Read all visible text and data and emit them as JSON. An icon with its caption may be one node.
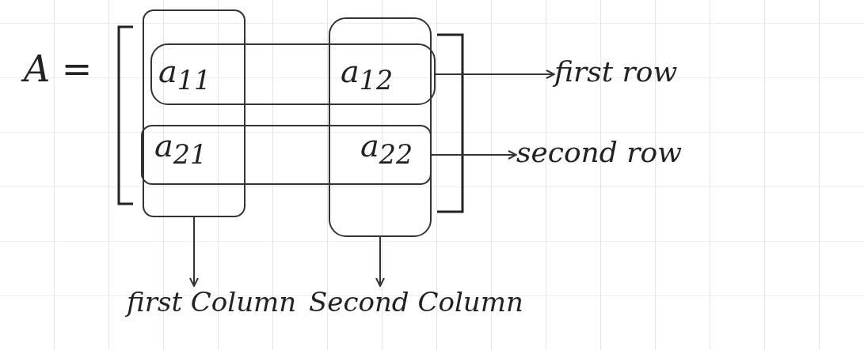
{
  "diagram": {
    "nodes": [
      {
        "text": [],
        "shape": "box"
      },
      {
        "text": [],
        "shape": "box"
      },
      {
        "text": [],
        "shape": "box"
      },
      {
        "text": [],
        "shape": "box"
      },
      {
        "text": [
          "first row"
        ]
      },
      {
        "text": [
          "second row"
        ]
      },
      {
        "text": [
          "first Column"
        ]
      },
      {
        "text": [
          "Second Column"
        ]
      }
    ],
    "edges": [
      {
        "from": 0,
        "to": 4,
        "arrow": "to"
      },
      {
        "from": 1,
        "to": 5,
        "arrow": "to"
      },
      {
        "from": 2,
        "to": 6,
        "arrow": "to"
      },
      {
        "from": 3,
        "to": 7,
        "arrow": "to"
      }
    ],
    "labels": [
      "A =",
      "a$_{11}$",
      "a$_{12}$",
      "a$_{21}$",
      "a$_{22}$"
    ]
  }
}
